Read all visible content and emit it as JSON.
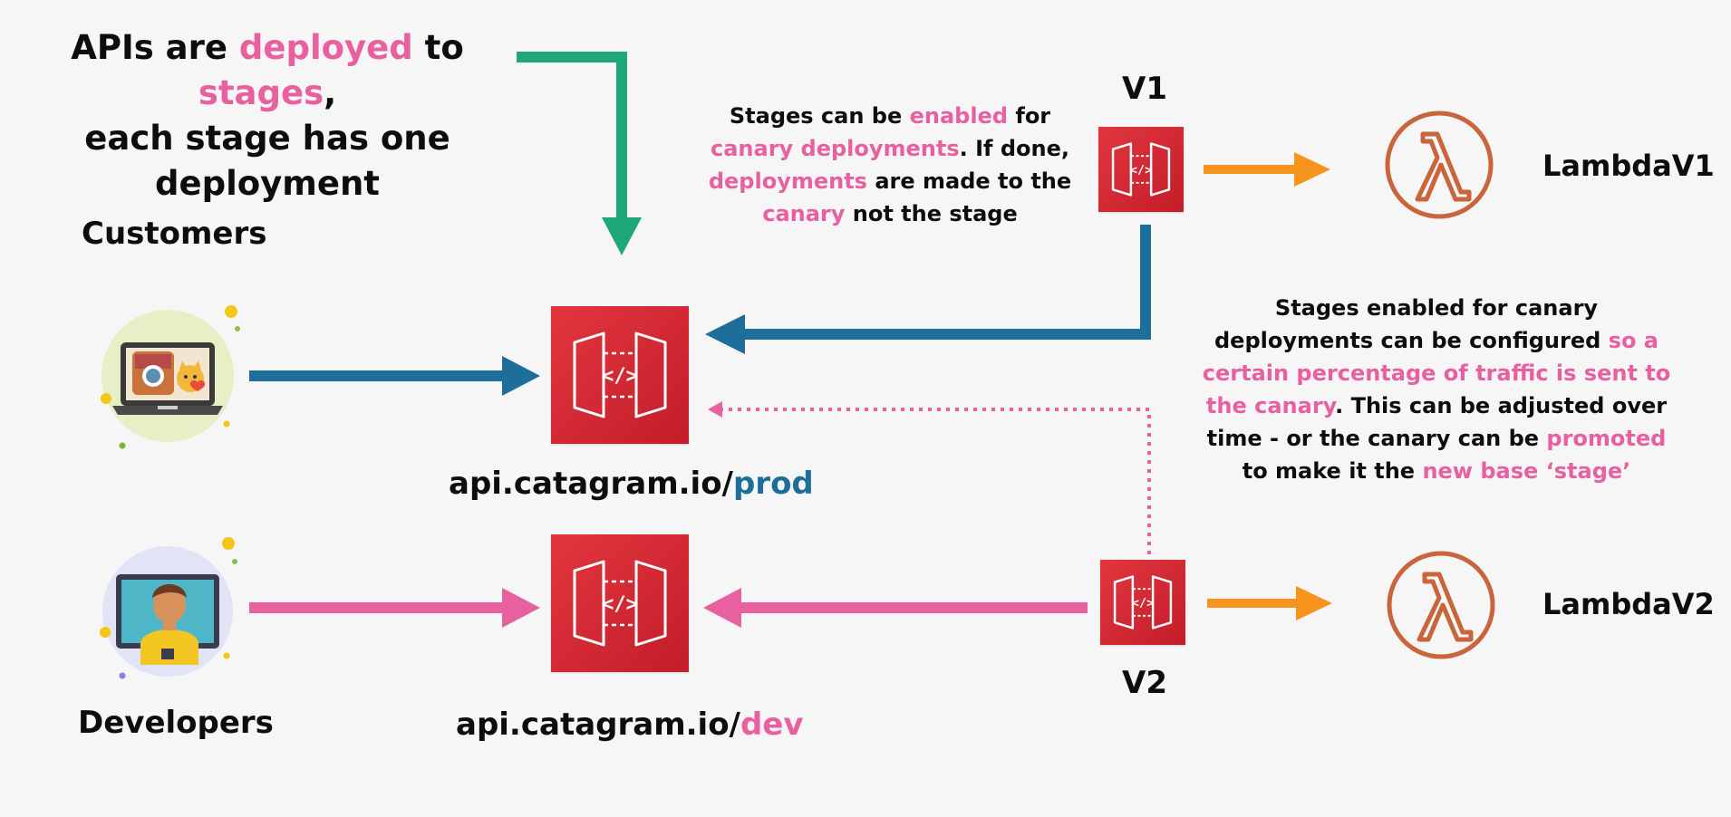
{
  "headline": {
    "line1": {
      "p1": "APIs are ",
      "p2": "deployed",
      "p3": " to ",
      "p4": "stages",
      "p5": ","
    },
    "line2": "each stage has one deployment"
  },
  "canary_note": {
    "l1a": "Stages can be ",
    "l1b": "enabled",
    "l1c": " for",
    "l2a": "canary deployments",
    "l2b": ". If done,",
    "l3a": "deployments",
    "l3b": " are made to the",
    "l4a": "canary",
    "l4b": " not the stage"
  },
  "traffic_note": {
    "l1": "Stages enabled for canary",
    "l2a": "deployments can be configured ",
    "l2b": "so a",
    "l3": "certain percentage of traffic is sent to",
    "l4a": "the canary",
    "l4b": ". This can be adjusted over",
    "l5a": "time - or the canary can be ",
    "l5b": "promoted",
    "l6a": "to make it the ",
    "l6b": "new base ‘stage’"
  },
  "customers_label": "Customers",
  "developers_label": "Developers",
  "prod_api": {
    "base": "api.catagram.io/",
    "stage": "prod"
  },
  "dev_api": {
    "base": "api.catagram.io/",
    "stage": "dev"
  },
  "v1_label": "V1",
  "v2_label": "V2",
  "lambda_v1_label": "LambdaV1",
  "lambda_v2_label": "LambdaV2",
  "colors": {
    "pink": "#e8609f",
    "blue": "#1d6e9b",
    "green": "#1fa67a",
    "orange": "#f7941d",
    "api_red": "#d7262f",
    "lambda_orange": "#c9653a"
  },
  "icons": [
    "api-gateway-icon",
    "lambda-icon",
    "laptop-icon",
    "developer-icon"
  ]
}
